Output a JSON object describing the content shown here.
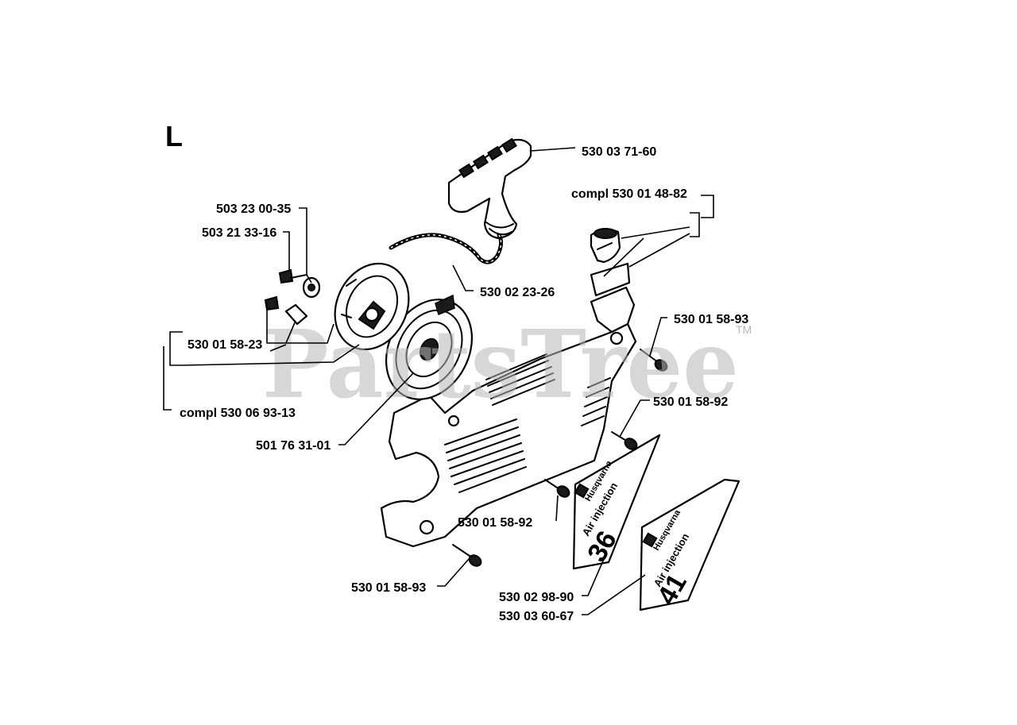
{
  "diagram": {
    "section_letter": "L",
    "watermark": "PartsTree",
    "watermark_tm": "TM",
    "labels": {
      "handle": "530 03 71-60",
      "grip_compl": "compl 530 01 48-82",
      "screw_a": "503 23 00-35",
      "washer_a": "503 21 33-16",
      "rope": "530 02 23-26",
      "screw_top_right": "530 01 58-93",
      "pawl_set": "530 01 58-23",
      "screw_mid_right": "530 01 58-92",
      "pawl_compl": "compl 530 06 93-13",
      "pulley": "501 76 31-01",
      "screw_lower_mid": "530 01 58-92",
      "screw_bottom_left": "530 01 58-93",
      "decal_36": "530 02 98-90",
      "decal_41": "530 03 60-67"
    },
    "decals": {
      "brand": "Husqvarna",
      "subtitle": "Air injection",
      "model_a": "36",
      "model_b": "41"
    }
  }
}
